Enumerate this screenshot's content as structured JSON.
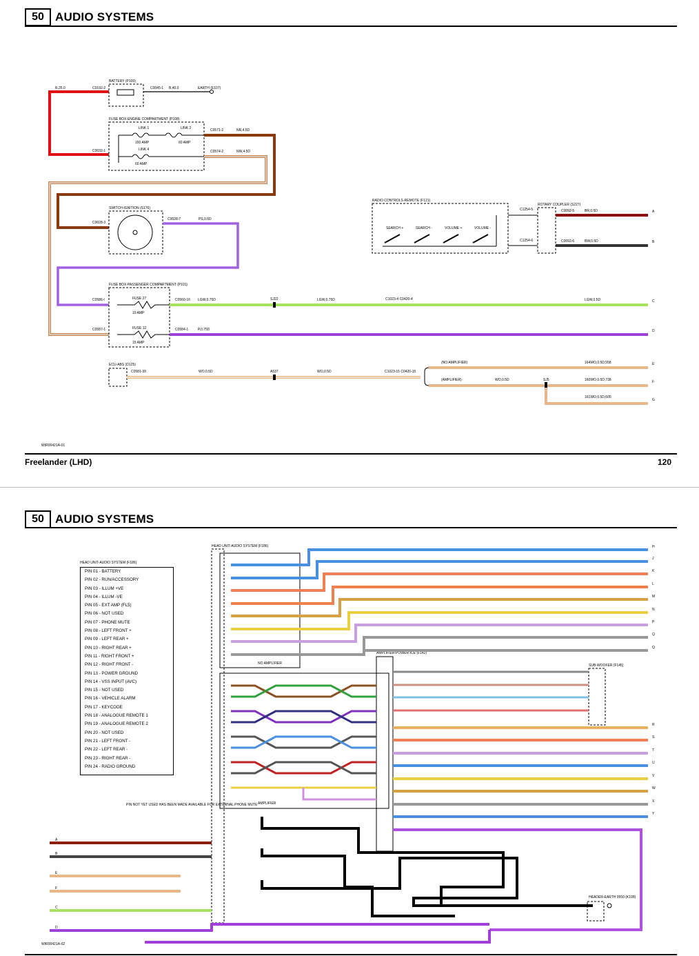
{
  "page1": {
    "section_number": "50",
    "section_title": "AUDIO SYSTEMS",
    "footer_left": "Freelander (LHD)",
    "footer_right": "120",
    "figure_code": "WIR00421A-01",
    "components": {
      "battery": "BATTERY (P100)",
      "fusebox_engine": "FUSE BOX-ENGINE COMPARTMENT (P108)",
      "link1": "LINK 1",
      "link1_amp": "150 AMP",
      "link2": "LINK 2",
      "link2_amp": "60 AMP",
      "link4": "LINK 4",
      "link4_amp": "60 AMP",
      "switch_ignition": "SWITCH-IGNITION (S176)",
      "fusebox_passenger": "FUSE BOX-PASSENGER COMPARTMENT (P101)",
      "fuse27": "FUSE 27",
      "fuse27_amp": "10 AMP",
      "fuse12": "FUSE 12",
      "fuse12_amp": "15 AMP",
      "ecu_abs": "ECU-ABS (D125)",
      "radio_controls": "RADIO CONTROLS-REMOTE (F121)",
      "rotary_coupler": "ROTARY COUPLER (S227)",
      "no_amplifier": "(NO AMPLIFIER)",
      "amplifier": "(AMPLIFIER)"
    },
    "wires": {
      "r25": "R,25.0",
      "b40": "B,40.0",
      "nr45": "NR,4.5D",
      "nw45": "NW,4.5D",
      "ps": "PS,0.5D",
      "lgw1": "LGW,0.75D",
      "lgw2": "LGW,0.75D",
      "lgw3": "LGW,0.5D",
      "p075": "P,0.75D",
      "wo1": "WO,0.5D",
      "wo2": "WO,0.5D",
      "wo3": "WO,0.5D",
      "br": "BR,0.5D",
      "bw": "BW,0.5D",
      "e_code": "164WO,0.5D,558",
      "f_code": "160WO,0.5D,738",
      "g_code": "161WO,0.5D,605"
    },
    "connectors": {
      "c0192": "C0192-2",
      "c0045": "C0045-1",
      "earth": "EARTH (E107)",
      "c0571": "C0571-2",
      "c0574": "C0574-2",
      "c0032": "C0032-1",
      "c0028_3": "C0028-3",
      "c0028_7": "C0028-7",
      "c0586_i": "C0586-I",
      "c0560": "C0560-16",
      "c0587": "C0587-1",
      "c0584": "C0584-1",
      "c0581": "C0581-39",
      "c1023_4": "C1023-4 C0420-4",
      "c1023_15": "C1023-15 C0420-15",
      "c1254_5": "C1254-5",
      "c1254_6": "C1254-6",
      "c0092_5": "C0092-5",
      "c0092_6": "C0092-6",
      "sj22": "SJ22",
      "a537": "A537",
      "sj5": "SJ5"
    },
    "radio_switches": [
      "SEARCH +",
      "SEARCH -",
      "VOLUME +",
      "VOLUME -"
    ],
    "end_labels": [
      "A",
      "B",
      "C",
      "D",
      "E",
      "F",
      "G"
    ]
  },
  "page2": {
    "section_number": "50",
    "section_title": "AUDIO SYSTEMS",
    "figure_code": "WIR00421A-02",
    "head_unit_title": "HEAD UNIT-AUDIO SYSTEM (F186)",
    "head_unit_box": "HEAD UNIT-AUDIO SYSTEM (F186)",
    "amplifier_title": "AMPLIFIER-POWER-ICE (F142)",
    "subwoofer": "SUB-WOOFER (F145)",
    "header_earth": "HEADER-EARTH 0550 (K108)",
    "no_amplifier_box": "NO AMPLIFIER",
    "amplifier_box": "AMPLIFIER",
    "pin_note": "PIN NOT YET USED HAS BEEN MADE AVAILABLE FOR EXTERNAL PHONE MUTE",
    "pins": [
      "PIN 01 - BATTERY",
      "PIN 02 - RUN/ACCESSORY",
      "PIN 03 - ILLUM +VE",
      "PIN 04 - ILLUM -VE",
      "PIN 05 - EXT AMP (FL5)",
      "PIN 06 - NOT USED",
      "PIN 07 - PHONE MUTE",
      "PIN 08 - LEFT FRONT +",
      "PIN 09 - LEFT REAR +",
      "PIN 10 - RIGHT REAR +",
      "PIN 11 - RIGHT FRONT +",
      "PIN 12 - RIGHT FRONT -",
      "PIN 13 - POWER GROUND",
      "PIN 14 - VSS INPUT (AVC)",
      "PIN 15 - NOT USED",
      "PIN 16 - VEHICLE ALARM",
      "PIN 17 - KEYCODE",
      "PIN 18 - ANALOGUE REMOTE 1",
      "PIN 19 - ANALOGUE REMOTE 2",
      "PIN 20 - NOT USED",
      "PIN 21 - LEFT FRONT -",
      "PIN 22 - LEFT REAR -",
      "PIN 23 - RIGHT REAR -",
      "PIN 24 - RADIO GROUND"
    ],
    "right_labels": [
      "H",
      "J",
      "K",
      "L",
      "M",
      "N",
      "P",
      "Q",
      "Q",
      "R",
      "S",
      "T",
      "U",
      "V",
      "W",
      "X",
      "Y"
    ],
    "left_labels": [
      "A",
      "B",
      "E",
      "F",
      "C",
      "D"
    ]
  }
}
